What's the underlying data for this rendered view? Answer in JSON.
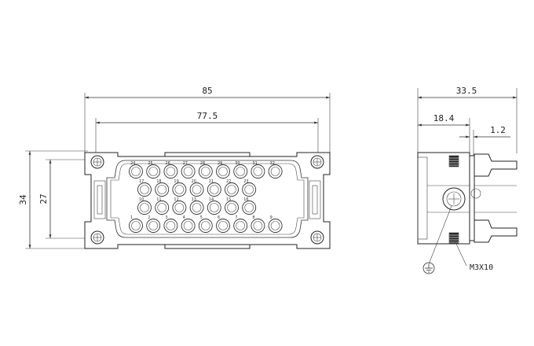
{
  "dimensions": {
    "width_overall": "85",
    "width_inner": "77.5",
    "height_overall": "34",
    "height_inner": "27",
    "depth_overall": "33.5",
    "depth_partial": "18.4",
    "offset_small": "1.2"
  },
  "callouts": {
    "screw": "M3X10"
  },
  "pins": {
    "row1": [
      "24",
      "25",
      "26",
      "27",
      "28",
      "29",
      "30",
      "31",
      "32"
    ],
    "row2": [
      "17",
      "18",
      "19",
      "20",
      "21",
      "22",
      "23"
    ],
    "row3": [
      "10",
      "11",
      "12",
      "13",
      "14",
      "15",
      "16"
    ],
    "row4": [
      "1",
      "2",
      "3",
      "4",
      "5",
      "6",
      "7",
      "8",
      "9"
    ]
  },
  "icons": {
    "ground": "ground-symbol-icon"
  }
}
